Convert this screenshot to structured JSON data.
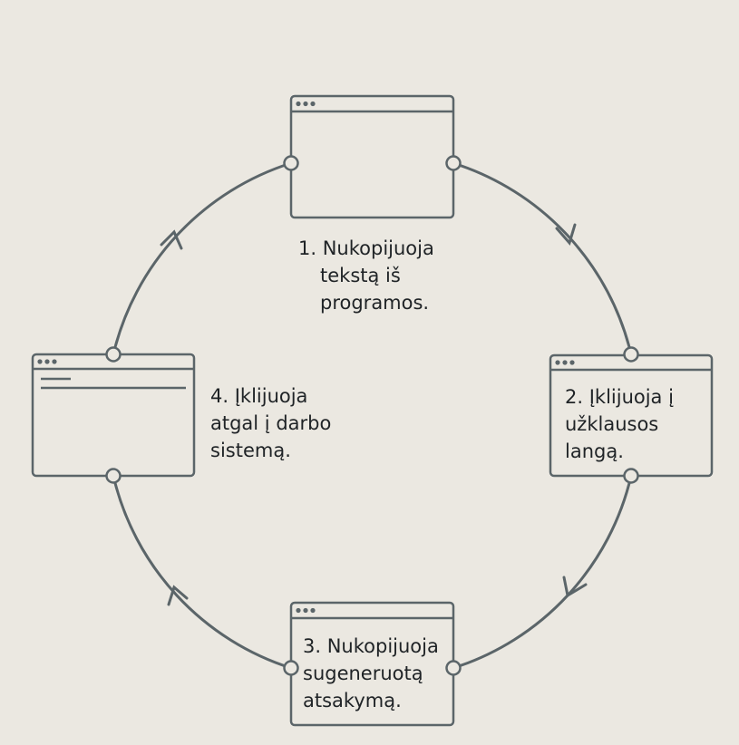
{
  "colors": {
    "background": "#ebe8e1",
    "stroke": "#5b6569",
    "text": "#1f2326"
  },
  "steps": [
    {
      "lines": [
        "1. Nukopijuoja",
        "tekstą iš",
        "programos."
      ]
    },
    {
      "lines": [
        "2. Įklijuoja į",
        "užklausos",
        "langą."
      ]
    },
    {
      "lines": [
        "3. Nukopijuoja",
        "sugeneruotą",
        "atsakymą."
      ]
    },
    {
      "lines": [
        "4. Įklijuoja",
        "atgal į darbo",
        "sistemą."
      ]
    }
  ]
}
